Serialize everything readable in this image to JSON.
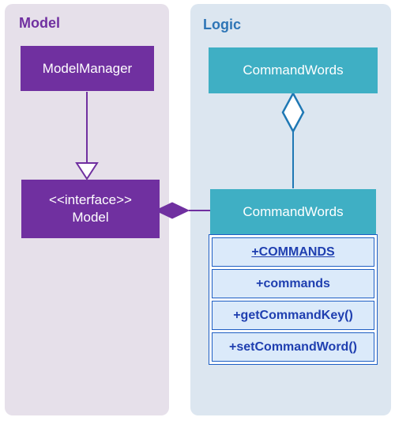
{
  "panels": {
    "model": {
      "title": "Model"
    },
    "logic": {
      "title": "Logic"
    }
  },
  "classes": {
    "model_manager": {
      "name": "ModelManager"
    },
    "model": {
      "stereotype": "<<interface>>",
      "name": "Model"
    },
    "command_words_top": {
      "name": "CommandWords"
    },
    "command_words": {
      "name": "CommandWords",
      "members": [
        {
          "text": "+COMMANDS",
          "static": true
        },
        {
          "text": "+commands",
          "static": false
        },
        {
          "text": "+getCommandKey()",
          "static": false
        },
        {
          "text": "+setCommandWord()",
          "static": false
        }
      ]
    }
  },
  "colors": {
    "model_class": "#7030a0",
    "logic_class": "#3fafc4",
    "member_border": "#1f5fc4",
    "model_panel": "#e6e0ea",
    "logic_panel": "#dce6f0"
  },
  "relationships": [
    {
      "from": "ModelManager",
      "to": "Model",
      "type": "realization"
    },
    {
      "from": "CommandWords (top)",
      "to": "CommandWords",
      "type": "aggregation"
    },
    {
      "from": "Model",
      "to": "CommandWords",
      "type": "aggregation"
    }
  ]
}
